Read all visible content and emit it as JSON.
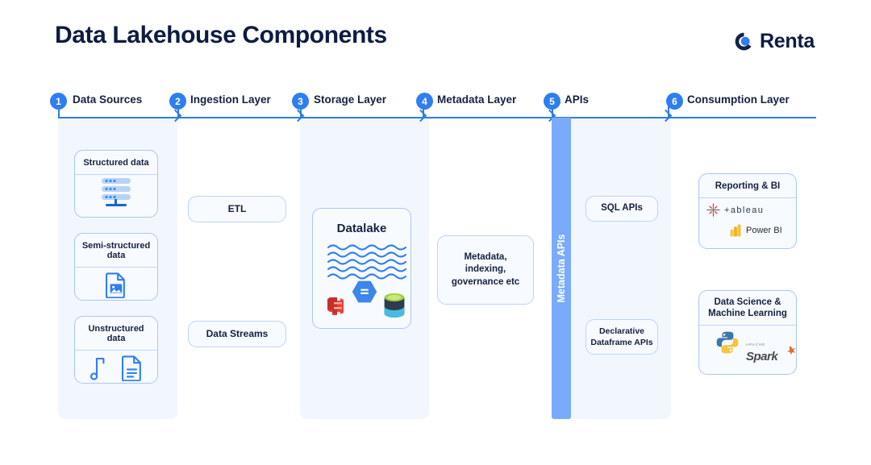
{
  "header": {
    "title": "Data Lakehouse Components",
    "brand": "Renta",
    "brand_icon": "renta-circle-logo"
  },
  "flow": {
    "steps": [
      {
        "number": "1",
        "label": "Data Sources"
      },
      {
        "number": "2",
        "label": "Ingestion Layer"
      },
      {
        "number": "3",
        "label": "Storage Layer"
      },
      {
        "number": "4",
        "label": "Metadata Layer"
      },
      {
        "number": "5",
        "label": "APIs"
      },
      {
        "number": "6",
        "label": "Consumption Layer"
      }
    ]
  },
  "columns": {
    "data_sources": {
      "cards": [
        {
          "title": "Structured data",
          "icons": [
            "database-server-icon"
          ]
        },
        {
          "title": "Semi-structured data",
          "icons": [
            "image-file-icon"
          ]
        },
        {
          "title": "Unstructured data",
          "icons": [
            "music-note-icon",
            "text-document-icon"
          ]
        }
      ]
    },
    "ingestion_layer": {
      "items": [
        {
          "label": "ETL"
        },
        {
          "label": "Data Streams"
        }
      ]
    },
    "storage_layer": {
      "datalake": {
        "title": "Datalake",
        "graphic": "water-waves",
        "logos": [
          "amazon-s3-icon",
          "google-cloud-storage-icon",
          "azure-blob-storage-icon"
        ]
      }
    },
    "metadata_layer": {
      "items": [
        {
          "line1": "Metadata,",
          "line2": "indexing,",
          "line3": "governance etc"
        }
      ]
    },
    "apis": {
      "band_label": "Metadata APIs",
      "items": [
        {
          "line1": "SQL APIs",
          "line2": ""
        },
        {
          "line1": "Declarative",
          "line2": "Dataframe APIs"
        }
      ]
    },
    "consumption_layer": {
      "cards": [
        {
          "title": "Reporting & BI",
          "title_line1": "Reporting & BI",
          "title_line2": "",
          "vendors": [
            {
              "name": "tableau",
              "text": "+ableau"
            },
            {
              "name": "power-bi",
              "text": "Power BI"
            }
          ]
        },
        {
          "title": "Data Science & Machine Learning",
          "title_line1": "Data Science &",
          "title_line2": "Machine Learning",
          "vendors": [
            {
              "name": "python",
              "text": ""
            },
            {
              "name": "apache-spark",
              "text": "Spark",
              "sup": "APACHE"
            }
          ]
        }
      ]
    }
  },
  "colors": {
    "accent_blue": "#2e7ef0",
    "navy": "#15213f",
    "band_blue": "#7aabfb",
    "column_tint": "#f2f6fd",
    "card_border": "#a9c8f3"
  }
}
